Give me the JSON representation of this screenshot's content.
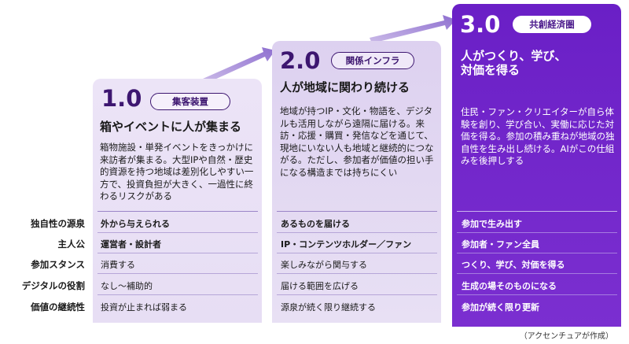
{
  "stages": [
    {
      "version": "1.0",
      "badge": "集客装置",
      "heading": "箱やイベントに人が集まる",
      "description": "箱物施設・単発イベントをきっかけに来訪者が集まる。大型IPや自然・歴史的資源を持つ地域は差別化しやすい一方で、投資負担が大きく、一過性に終わるリスクがある",
      "rows": [
        "外から与えられる",
        "運営者・設計者",
        "消費する",
        "なし～補助的",
        "投資が止まれば弱まる"
      ]
    },
    {
      "version": "2.0",
      "badge": "関係インフラ",
      "heading": "人が地域に関わり続ける",
      "description": "地域が持つIP・文化・物語を、デジタルも活用しながら遠隔に届ける。来訪・応援・購買・発信などを通じて、現地にいない人も地域と継続的につながる。ただし、参加者が価値の担い手になる構造までは持ちにくい",
      "rows": [
        "あるものを届ける",
        "IP・コンテンツホルダー／ファン",
        "楽しみながら関与する",
        "届ける範囲を広げる",
        "源泉が続く限り継続する"
      ]
    },
    {
      "version": "3.0",
      "badge": "共創経済圏",
      "heading": "人がつくり、学び、対価を得る",
      "description": "住民・ファン・クリエイターが自ら体験を創り、学び合い、実働に応じた対価を得る。参加の積み重ねが地域の独自性を生み出し続ける。AIがこの仕組みを後押しする",
      "rows": [
        "参加で生み出す",
        "参加者・ファン全員",
        "つくり、学び、対価を得る",
        "生成の場そのものになる",
        "参加が続く限り更新"
      ]
    }
  ],
  "row_labels": [
    "独自性の源泉",
    "主人公",
    "参加スタンス",
    "デジタルの役割",
    "価値の継続性"
  ],
  "source_note": "（アクセンチュアが作成）",
  "colors": {
    "stage1_bg": "#ece4f7",
    "stage2_bg": "#ddd1f0",
    "stage3_bg": "#6a1fc6",
    "accent_purple": "#4b1a8c",
    "arrow": "#a58cd6"
  }
}
